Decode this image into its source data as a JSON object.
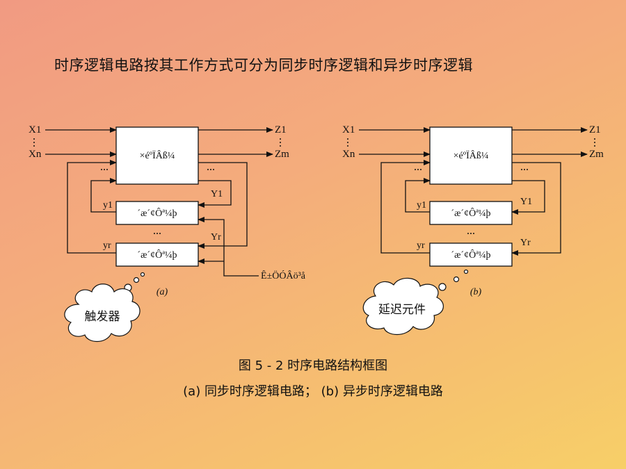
{
  "title": "时序逻辑电路按其工作方式可分为同步时序逻辑和异步时序逻辑",
  "diagram_a": {
    "inputs": [
      "X1",
      "Xn"
    ],
    "outputs": [
      "Z1",
      "Zm"
    ],
    "comb_block": "×éºÏÂß¼­",
    "storage_blocks": [
      "´æ´¢Ôª¼þ",
      "´æ´¢Ôª¼þ"
    ],
    "state_labels": [
      "y1",
      "yr"
    ],
    "excite_labels": [
      "Y1",
      "Yr"
    ],
    "clock_label": "Ê±ÖÓÂö³å",
    "sub_label": "(a)",
    "cloud_text": "触发器"
  },
  "diagram_b": {
    "inputs": [
      "X1",
      "Xn"
    ],
    "outputs": [
      "Z1",
      "Zm"
    ],
    "comb_block": "×éºÏÂß¼­",
    "storage_blocks": [
      "´æ´¢Ôª¼þ",
      "´æ´¢Ôª¼þ"
    ],
    "state_labels": [
      "y1",
      "yr"
    ],
    "excite_labels": [
      "Y1",
      "Yr"
    ],
    "sub_label": "(b)",
    "cloud_text": "延迟元件"
  },
  "caption_main": "图 5 - 2 时序电路结构框图",
  "caption_sub": "(a) 同步时序逻辑电路；  (b) 异步时序逻辑电路"
}
